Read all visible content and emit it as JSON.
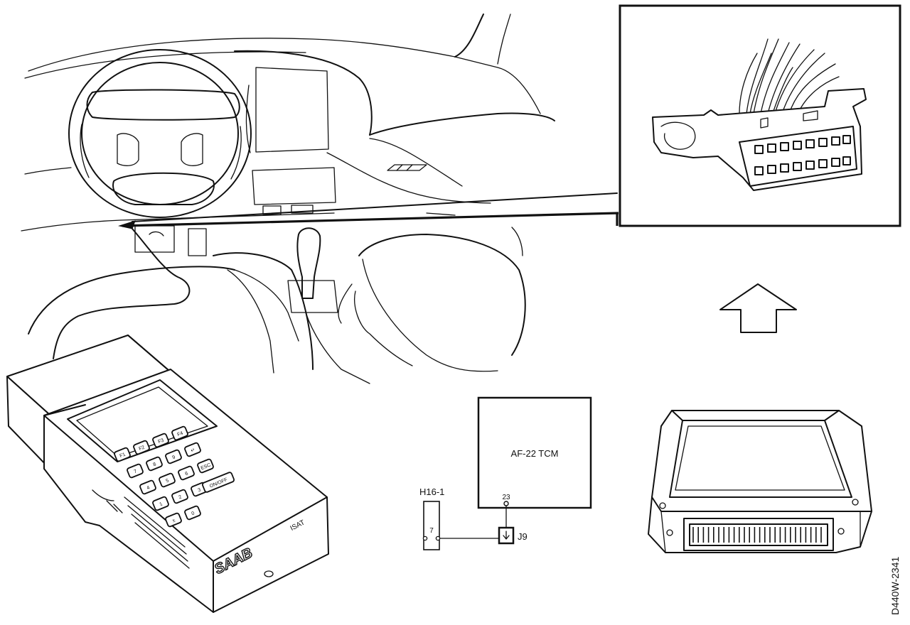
{
  "labels": {
    "tcm": "AF-22 TCM",
    "connector": "H16-1",
    "connector_pin": "7",
    "tcm_pin": "23",
    "splice": "J9",
    "tool_model": "ISAT",
    "tool_brand": "SAAB",
    "ref": "D440W-2341"
  },
  "tool_keys": [
    "F1",
    "F2",
    "F3",
    "F4",
    "7",
    "8",
    "9",
    "↵",
    "4",
    "5",
    "6",
    "ESC",
    "1",
    "2",
    "3",
    "ON/OFF",
    "±",
    "0"
  ],
  "icons": {
    "arrow": "up-arrow-icon"
  }
}
